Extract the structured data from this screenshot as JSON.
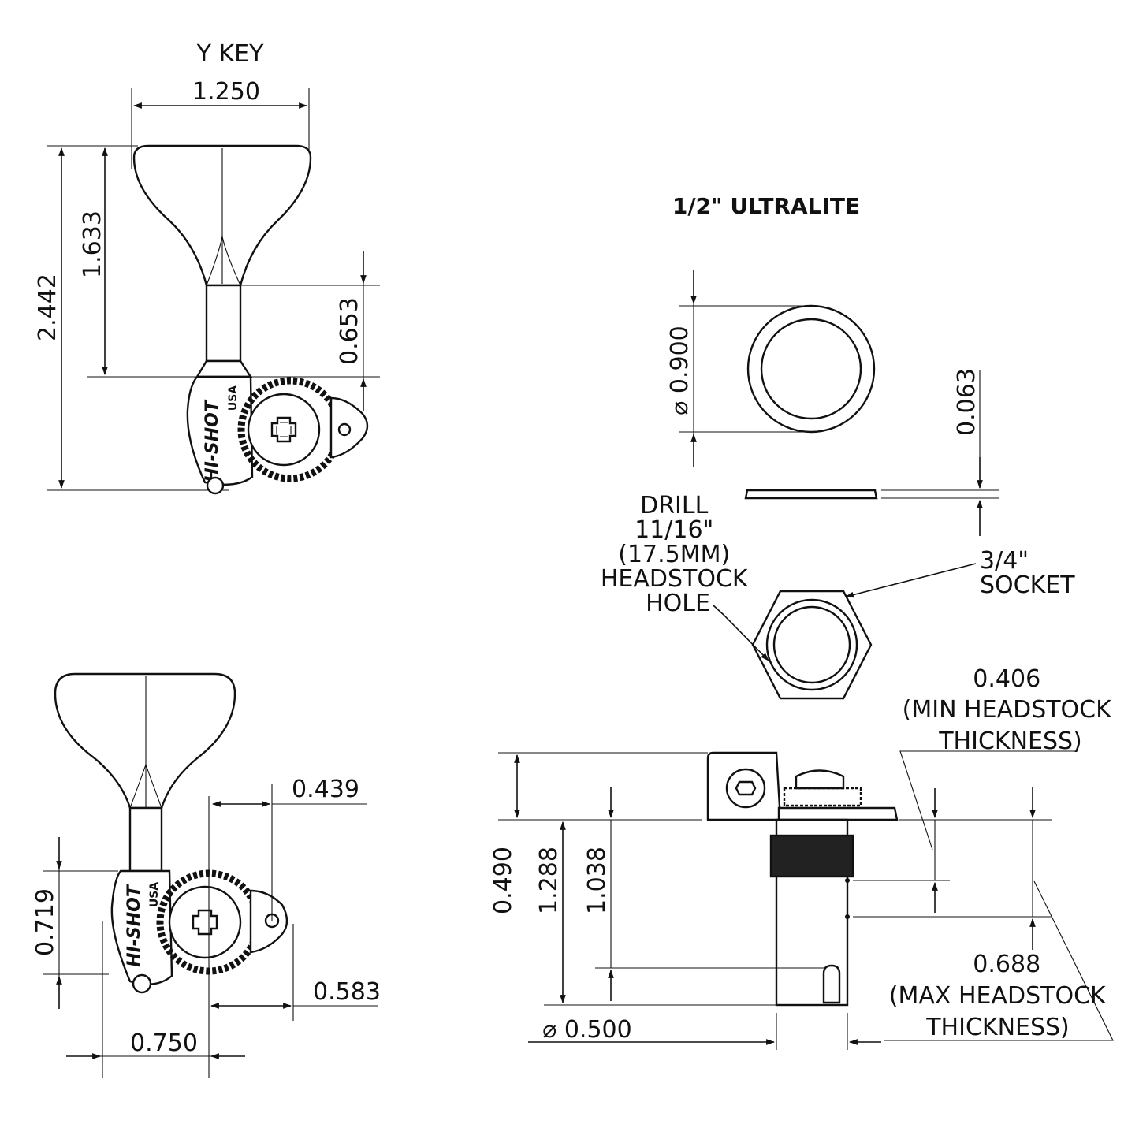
{
  "top_left": {
    "label": "Y KEY",
    "dim_width": "1.250",
    "dim_total_height": "2.442",
    "dim_key_height": "1.633",
    "dim_post_offset": "0.653",
    "brand": "HI-SHOT",
    "brand_sub": "USA"
  },
  "right_top": {
    "title": "1/2\" ULTRALITE",
    "dim_washer_dia": "⌀ 0.900",
    "dim_washer_thk": "0.063"
  },
  "bushing": {
    "drill_lines": [
      "DRILL",
      "11/16\"",
      "(17.5MM)",
      "HEADSTOCK",
      "HOLE"
    ],
    "socket_lines": [
      "3/4\"",
      "SOCKET"
    ]
  },
  "bottom_left": {
    "dim_a": "0.439",
    "dim_b": "0.719",
    "dim_c": "0.583",
    "dim_d": "0.750",
    "brand": "HI-SHOT",
    "brand_sub": "USA"
  },
  "bottom_right": {
    "dim_a": "0.490",
    "dim_b": "1.288",
    "dim_c": "1.038",
    "dim_post_dia": "⌀ 0.500",
    "min_lines": [
      "0.406",
      "(MIN HEADSTOCK",
      "THICKNESS)"
    ],
    "max_lines": [
      "0.688",
      "(MAX HEADSTOCK",
      "THICKNESS)"
    ]
  }
}
